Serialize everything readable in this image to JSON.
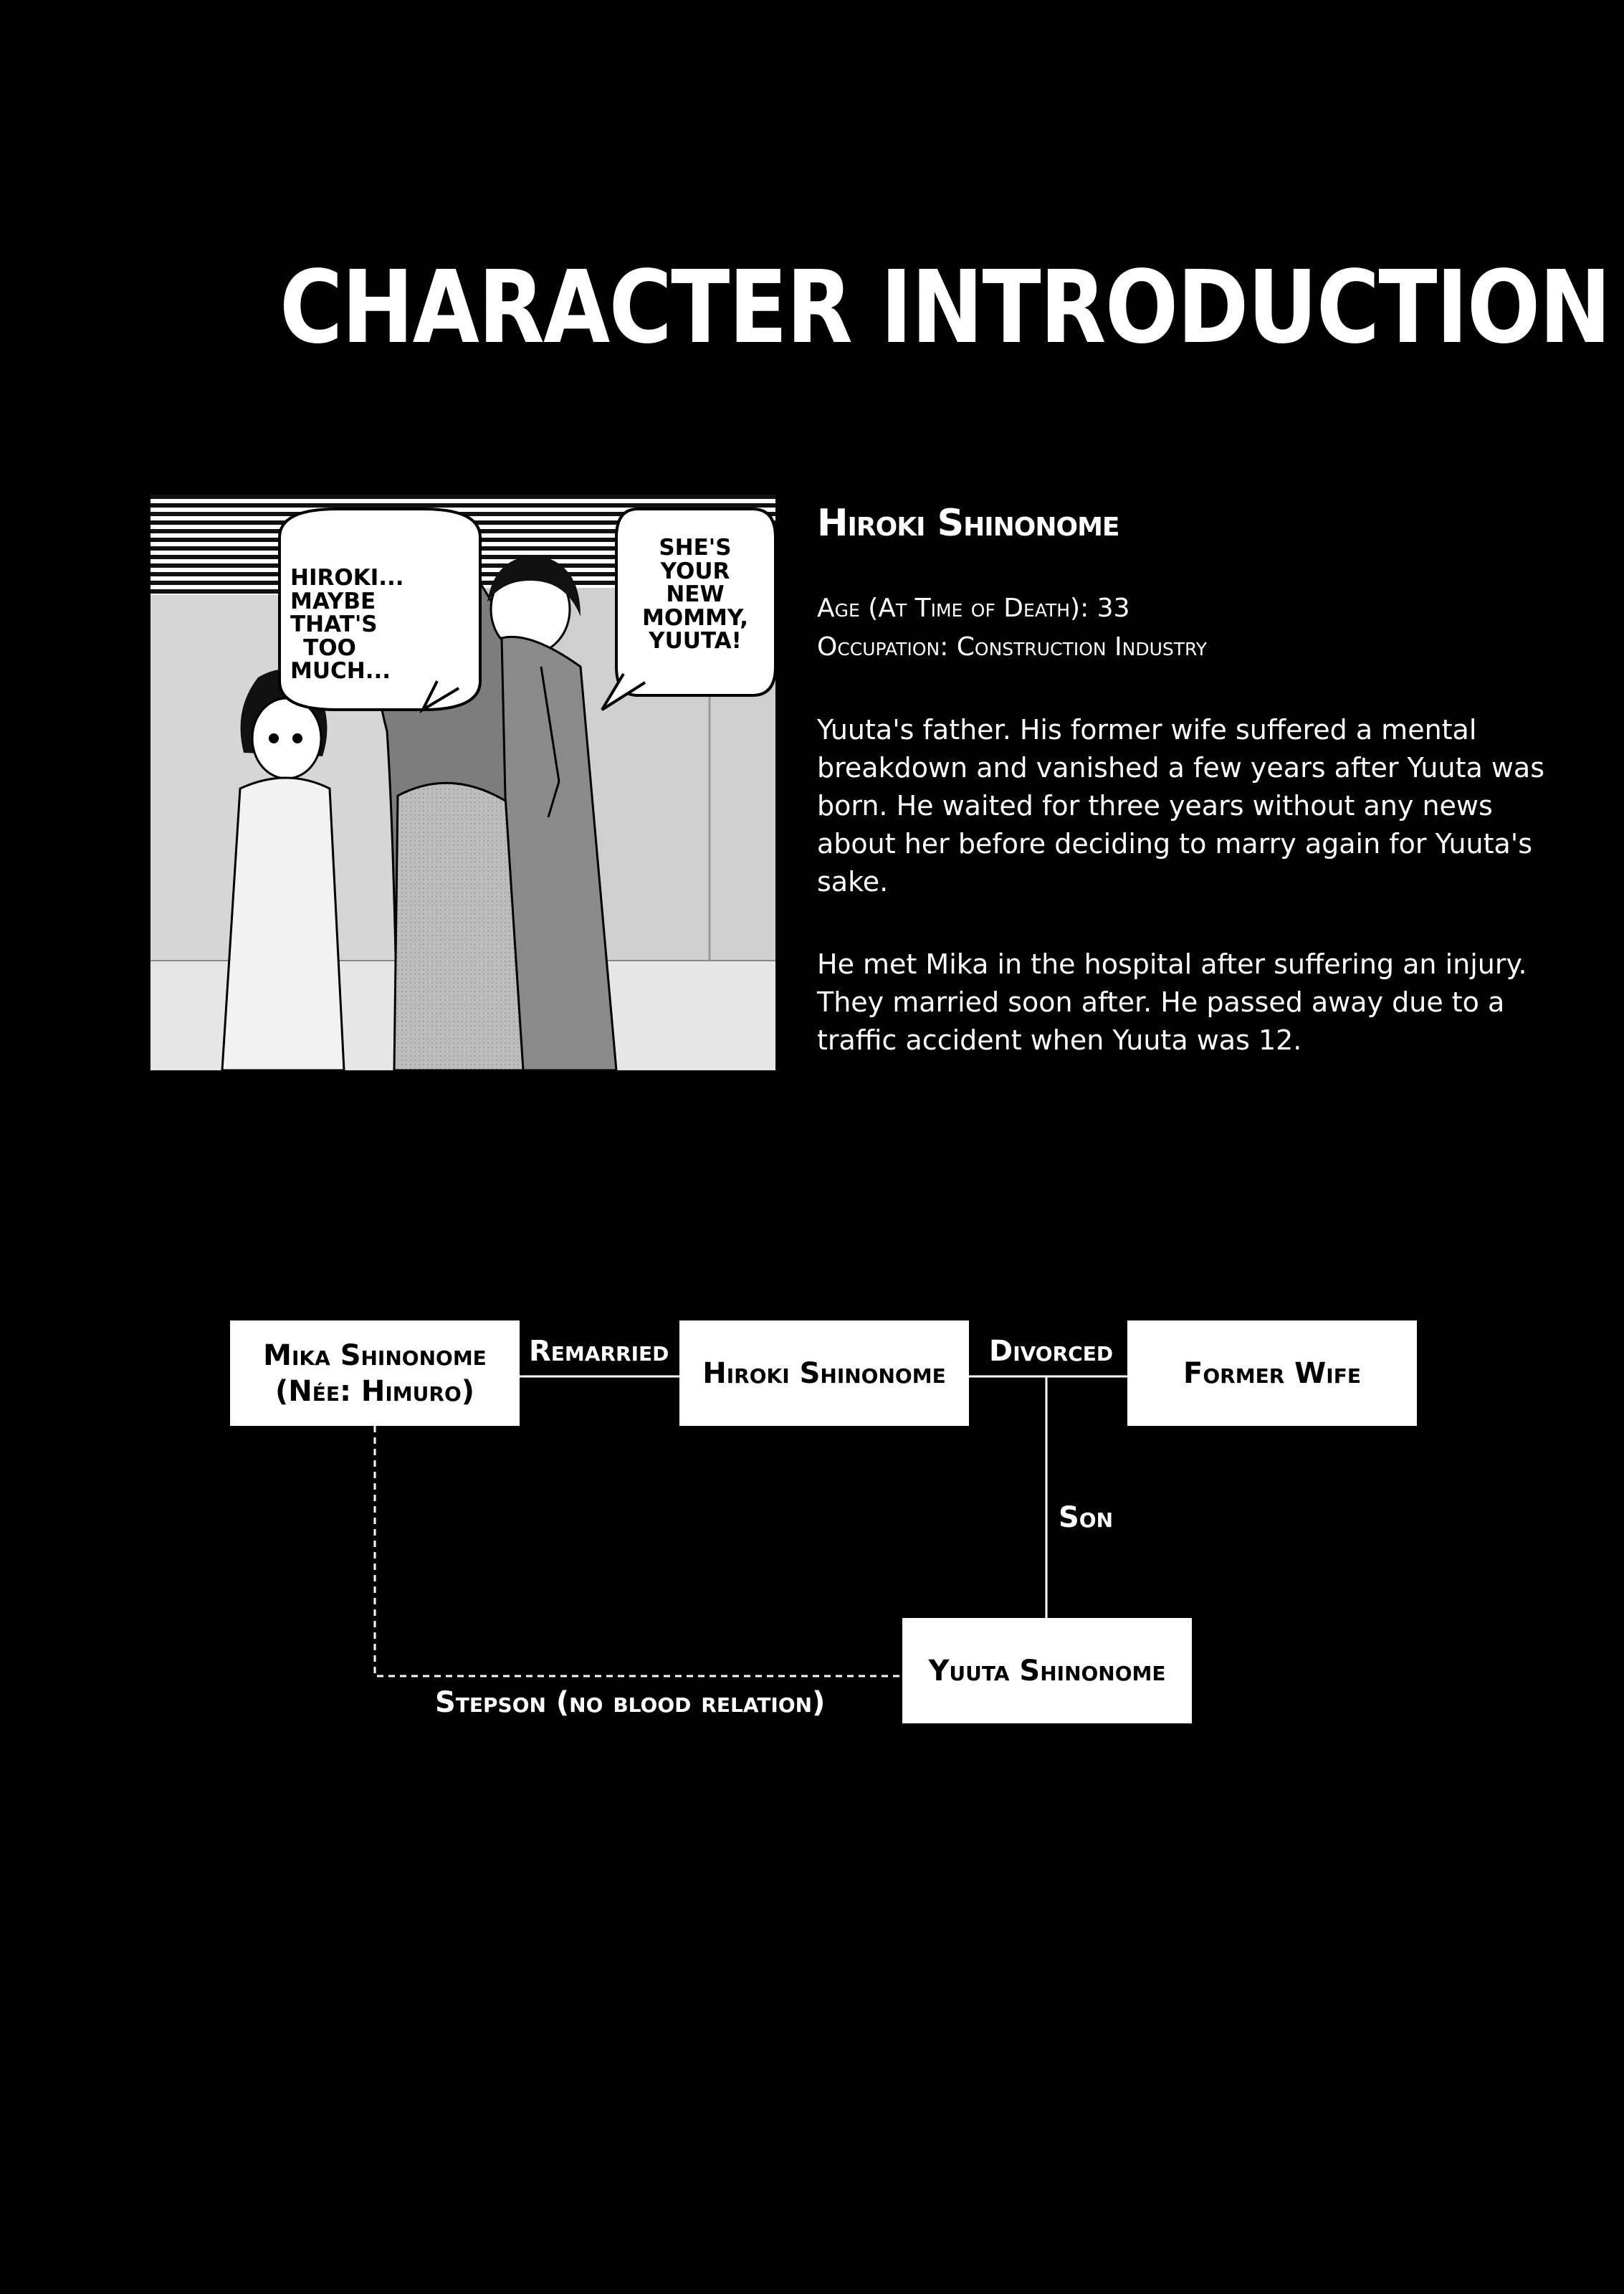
{
  "title": "CHARACTER INTRODUCTION",
  "panel": {
    "bubble_left": "HIROKI... MAYBE THAT'S TOO MUCH...",
    "bubble_right": "SHE'S YOUR NEW MOMMY, YUUTA!"
  },
  "character": {
    "name": "Hiroki Shinonome",
    "age_line": "Age (At Time of Death): 33",
    "occupation_line": "Occupation: Construction Industry",
    "paragraph_1": "Yuuta's father. His former wife suffered a mental breakdown and vanished a few years after Yuuta was born. He waited for three years without any news about her before deciding to marry again for Yuuta's sake.",
    "paragraph_2": "He met Mika in the hospital after suffering an injury. They married soon after. He passed away due to a traffic accident when Yuuta was 12."
  },
  "family_tree": {
    "nodes": {
      "mika": "Mika Shinonome\n(Née: Himuro)",
      "hiroki": "Hiroki Shinonome",
      "former_wife": "Former Wife",
      "yuuta": "Yuuta Shinonome"
    },
    "relations": {
      "remarried": "Remarried",
      "divorced": "Divorced",
      "son": "Son",
      "stepson": "Stepson (no blood relation)"
    }
  }
}
